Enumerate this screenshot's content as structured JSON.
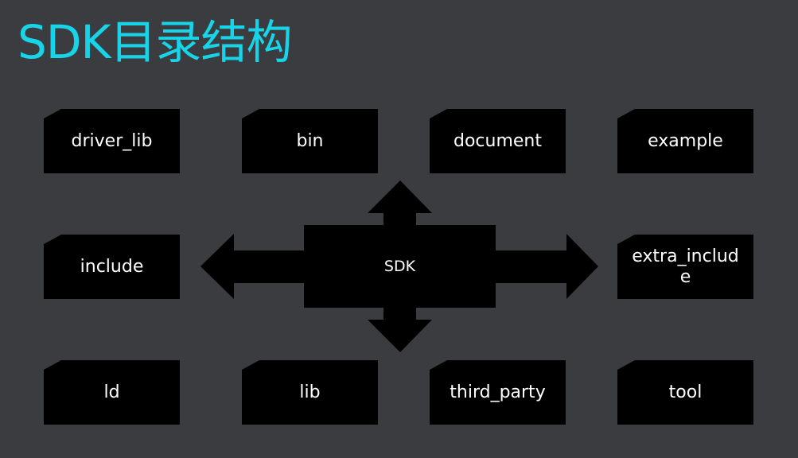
{
  "title": "SDK目录结构",
  "center": "SDK",
  "folders": [
    "driver_lib",
    "bin",
    "document",
    "example",
    "include",
    "extra_include",
    "ld",
    "lib",
    "third_party",
    "tool"
  ]
}
